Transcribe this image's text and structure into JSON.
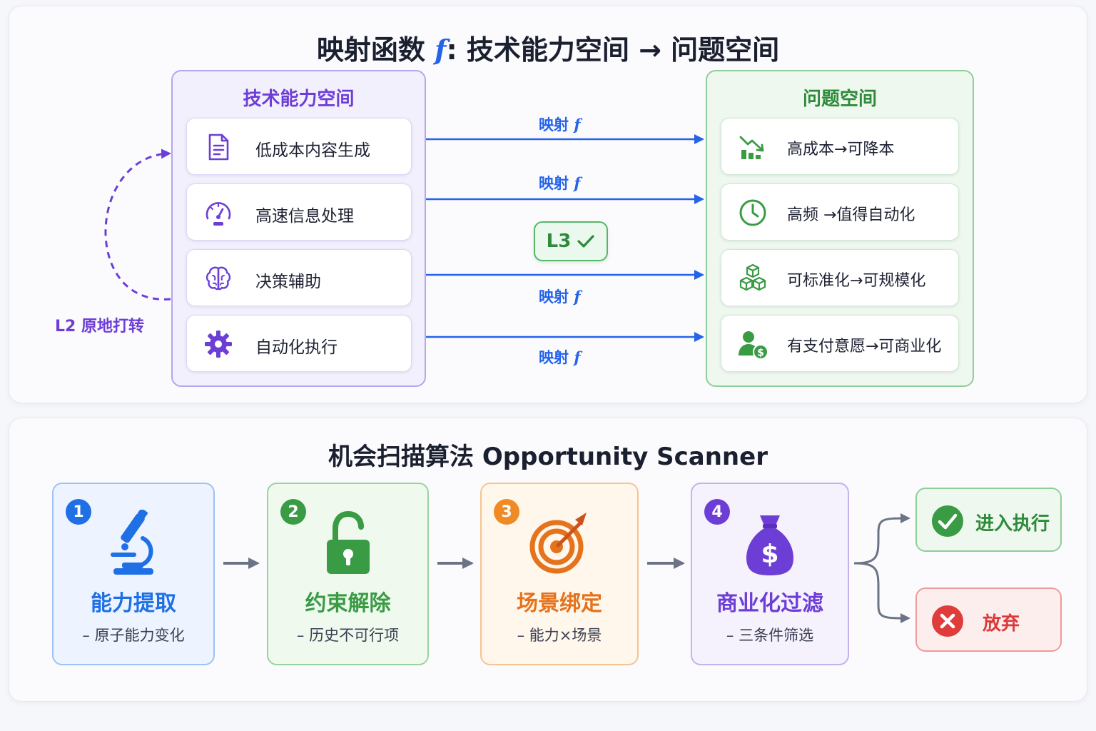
{
  "header": {
    "title_left": "映射函数",
    "title_f": "f",
    "title_right": ": 技术能力空间 → 问题空间"
  },
  "tech_space": {
    "title": "技术能力空间",
    "items": [
      {
        "label": "低成本内容生成",
        "icon": "document-icon"
      },
      {
        "label": "高速信息处理",
        "icon": "speedometer-icon"
      },
      {
        "label": "决策辅助",
        "icon": "brain-icon"
      },
      {
        "label": "自动化执行",
        "icon": "gear-icon"
      }
    ]
  },
  "problem_space": {
    "title": "问题空间",
    "items": [
      {
        "label": "高成本→可降本",
        "icon": "cost-down-chart-icon"
      },
      {
        "label": "高频 →值得自动化",
        "icon": "clock-icon"
      },
      {
        "label": "可标准化→可规模化",
        "icon": "cubes-icon"
      },
      {
        "label": "有支付意愿→可商业化",
        "icon": "user-dollar-icon"
      }
    ]
  },
  "mapping": {
    "label": "映射",
    "f": "f",
    "l3_badge": "L3",
    "l2_label": "L2 原地打转"
  },
  "scanner": {
    "title": "机会扫描算法 Opportunity Scanner",
    "steps": [
      {
        "num": "1",
        "title": "能力提取",
        "sub": "– 原子能力变化",
        "icon": "microscope-icon"
      },
      {
        "num": "2",
        "title": "约束解除",
        "sub": "– 历史不可行项",
        "icon": "unlock-icon"
      },
      {
        "num": "3",
        "title": "场景绑定",
        "sub": "– 能力×场景",
        "icon": "target-icon"
      },
      {
        "num": "4",
        "title": "商业化过滤",
        "sub": "– 三条件筛选",
        "icon": "money-bag-icon"
      }
    ],
    "outcomes": {
      "proceed": "进入执行",
      "abandon": "放弃"
    }
  },
  "colors": {
    "blue": "#2563eb",
    "purple": "#6d3ed6",
    "green": "#2f8a3a",
    "orange": "#e4731c",
    "red": "#d93a3a"
  }
}
